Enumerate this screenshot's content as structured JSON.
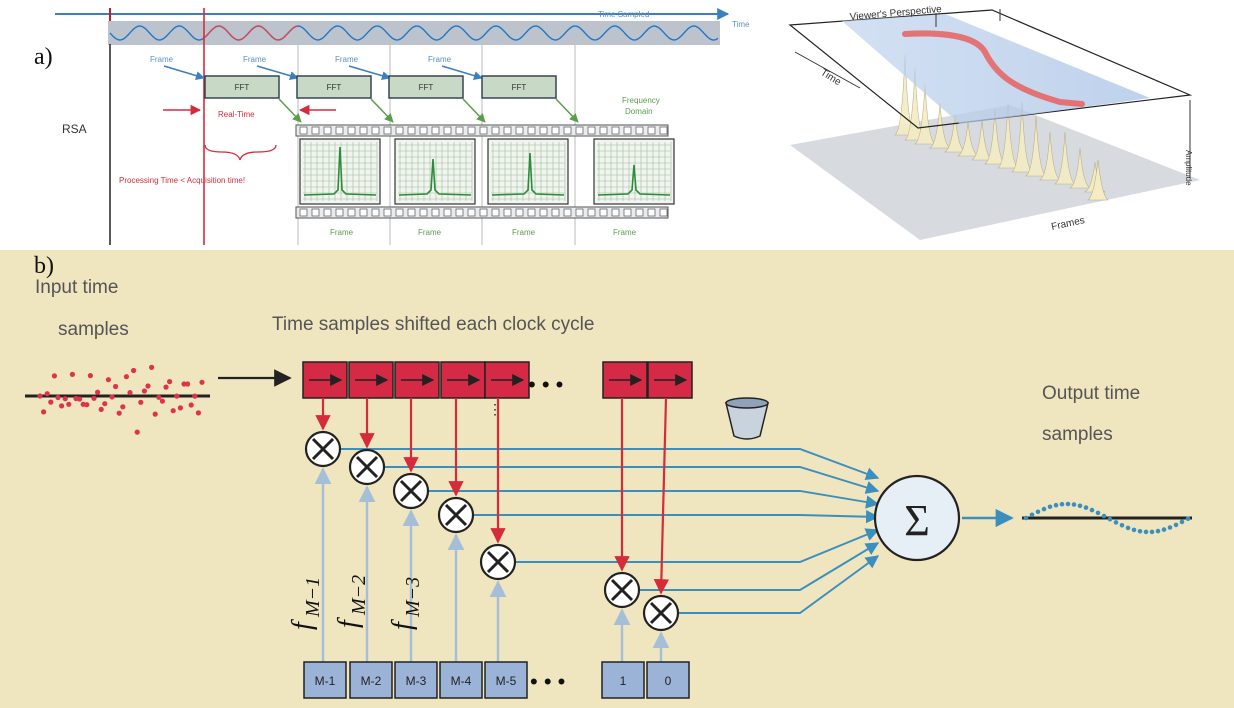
{
  "panel_a": {
    "label": "a)",
    "time_axis_label": "Time",
    "time_sampled_label": "Time Sampled",
    "rsa_label": "RSA",
    "frame_label": "Frame",
    "fft_label": "FFT",
    "real_time_label": "Real-Time",
    "processing_note": "Processing Time < Acquisition time!",
    "frequency_domain_line1": "Frequency",
    "frequency_domain_line2": "Domain",
    "frames_bottom": [
      "Frame",
      "Frame",
      "Frame",
      "Frame"
    ],
    "viewers_perspective": "Viewer's Perspective",
    "time_3d": "Time",
    "amplitude_3d": "Amplitude",
    "frames_3d": "Frames"
  },
  "panel_b": {
    "label": "b)",
    "input_line1": "Input time",
    "input_line2": "samples",
    "shift_caption": "Time samples shifted each clock cycle",
    "output_line1": "Output time",
    "output_line2": "samples",
    "sum_symbol": "Σ",
    "multiply_symbol": "⊗",
    "ellipsis": "• • •",
    "coef_labels": [
      "M-1",
      "M-2",
      "M-3",
      "M-4",
      "M-5",
      "1",
      "0"
    ],
    "freq_labels": [
      "f",
      "f",
      "f"
    ],
    "freq_subscripts": [
      "M−1",
      "M−2",
      "M−3"
    ],
    "colors": {
      "background": "#efe5bf",
      "register_red": "#d42a46",
      "coef_blue": "#9cb3d8",
      "arrow_blue": "#3a8fbf",
      "arrow_red": "#d62b3b",
      "input_dots": "#e0324a",
      "output_dots": "#3a8fbf"
    }
  }
}
